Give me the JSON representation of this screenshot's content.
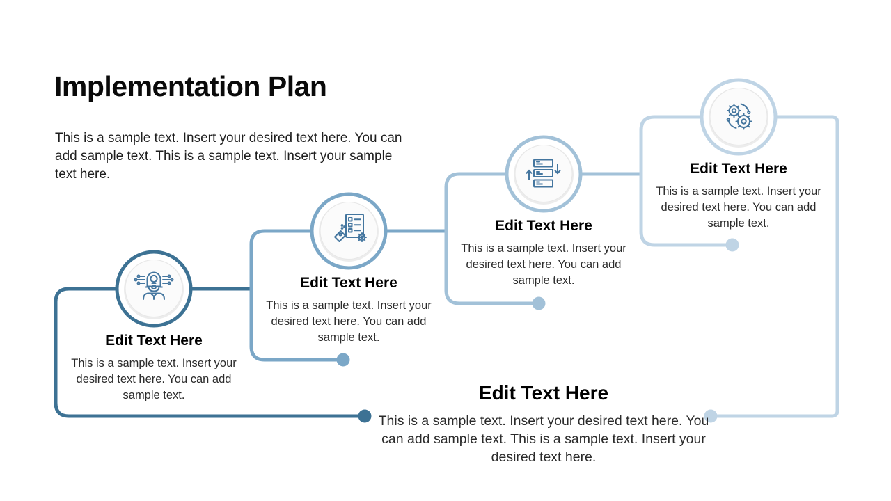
{
  "slide": {
    "title": "Implementation Plan",
    "intro": "This is a sample text. Insert your desired text here. You can add sample text. This is a sample text. Insert your sample text here."
  },
  "colors": {
    "icon": "#44769F",
    "inner_disc": "#FBFBFB",
    "inner_disc_shadow": "#ECECEC",
    "heading_text": "#000000",
    "body_text": "#2B2B2B"
  },
  "steps": [
    {
      "heading": "Edit Text Here",
      "body": "This is a sample text. Insert your desired text here. You can add sample text.",
      "icon": "creative-mind-icon",
      "color": "#3D7294"
    },
    {
      "heading": "Edit Text Here",
      "body": "This is a sample text. Insert your desired text here. You can add sample text.",
      "icon": "checklist-tag-icon",
      "color": "#7BA7C7"
    },
    {
      "heading": "Edit Text Here",
      "body": "This is a sample text. Insert your desired text here. You can add sample text.",
      "icon": "workflow-stack-icon",
      "color": "#A2C1D8"
    },
    {
      "heading": "Edit Text Here",
      "body": "This is a sample text. Insert your desired text here. You can add sample text.",
      "icon": "gears-icon",
      "color": "#BFD4E5"
    }
  ],
  "conclusion": {
    "heading": "Edit Text Here",
    "body": "This is a sample text. Insert your desired text here. You can add sample text. This is a sample text. Insert your desired text here."
  }
}
